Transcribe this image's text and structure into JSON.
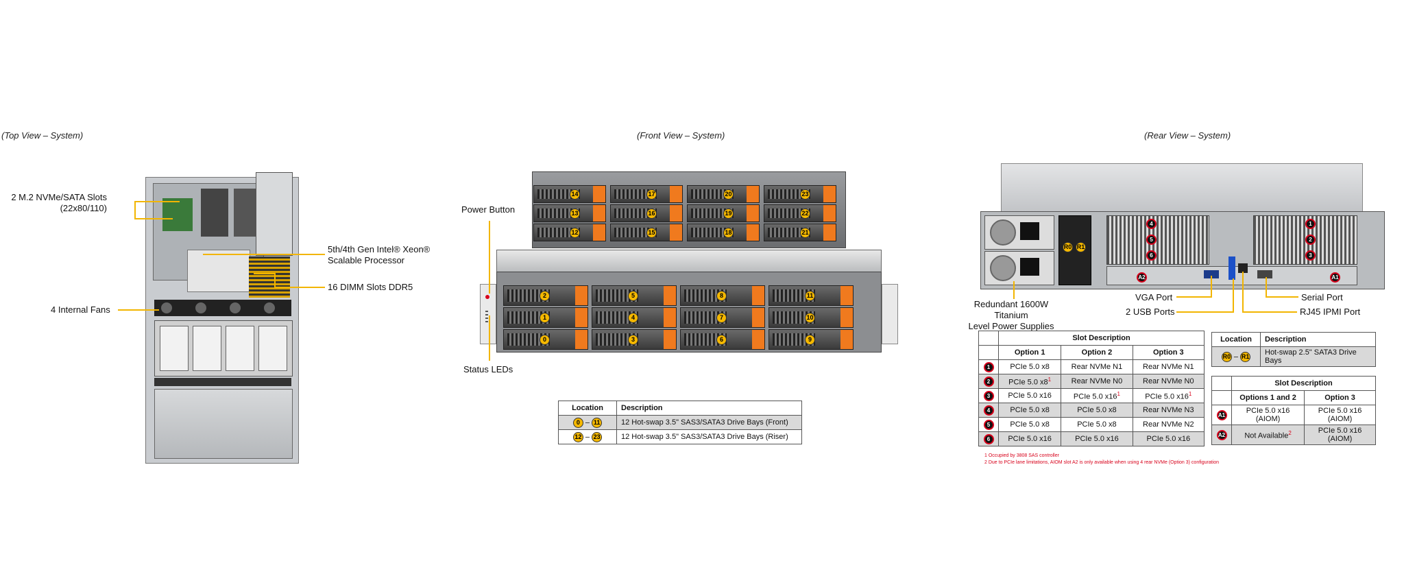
{
  "top_view": {
    "title": "(Top View – System)",
    "callouts": {
      "m2_line1": "2 M.2 NVMe/SATA Slots",
      "m2_line2": "(22x80/110)",
      "fans": "4 Internal  Fans",
      "cpu_line1": "5th/4th Gen Intel® Xeon®",
      "cpu_line2": "Scalable Processor",
      "dimm": "16 DIMM Slots DDR5"
    }
  },
  "front_view": {
    "title": "(Front View – System)",
    "callouts": {
      "power_button": "Power Button",
      "status_leds": "Status LEDs"
    },
    "riser_bays": [
      [
        "14",
        "17",
        "20",
        "23"
      ],
      [
        "13",
        "16",
        "19",
        "22"
      ],
      [
        "12",
        "15",
        "18",
        "21"
      ]
    ],
    "front_bays": [
      [
        "2",
        "5",
        "8",
        "11"
      ],
      [
        "1",
        "4",
        "7",
        "10"
      ],
      [
        "0",
        "3",
        "6",
        "9"
      ]
    ],
    "table": {
      "headers": [
        "Location",
        "Description"
      ],
      "rows": [
        {
          "from": "0",
          "to": "11",
          "desc": "12 Hot-swap  3.5\" SAS3/SATA3 Drive  Bays (Front)"
        },
        {
          "from": "12",
          "to": "23",
          "desc": "12 Hot-swap  3.5\" SAS3/SATA3 Drive  Bays (Riser)"
        }
      ]
    }
  },
  "rear_view": {
    "title": "(Rear View – System)",
    "callouts": {
      "psu_line1": "Redundant  1600W Titanium",
      "psu_line2": "Level Power Supplies",
      "vga": "VGA Port",
      "usb": "2 USB Ports",
      "serial": "Serial Port",
      "ipmi": "RJ45 IPMI Port"
    },
    "rear_bay_labels": [
      "R0",
      "R1"
    ],
    "slot_labels_left": [
      "4",
      "5",
      "6"
    ],
    "slot_labels_right": [
      "1",
      "2",
      "3"
    ],
    "aiom_labels": [
      "A2",
      "A1"
    ],
    "slot_table": {
      "caption": "Slot Description",
      "headers": [
        "Option 1",
        "Option 2",
        "Option 3"
      ],
      "rows": [
        {
          "id": "1",
          "o1": "PCIe 5.0 x8",
          "o2": "Rear NVMe N1",
          "o3": "Rear NVMe N1"
        },
        {
          "id": "2",
          "o1": "PCIe 5.0 x8",
          "o1_sup": "1",
          "o2": "Rear NVMe N0",
          "o3": "Rear NVMe N0"
        },
        {
          "id": "3",
          "o1": "PCIe 5.0 x16",
          "o2": "PCIe 5.0 x16",
          "o2_sup": "1",
          "o3": "PCIe 5.0 x16",
          "o3_sup": "1"
        },
        {
          "id": "4",
          "o1": "PCIe 5.0 x8",
          "o2": "PCIe 5.0 x8",
          "o3": "Rear NVMe N3"
        },
        {
          "id": "5",
          "o1": "PCIe 5.0 x8",
          "o2": "PCIe 5.0 x8",
          "o3": "Rear NVMe N2"
        },
        {
          "id": "6",
          "o1": "PCIe 5.0 x16",
          "o2": "PCIe 5.0 x16",
          "o3": "PCIe 5.0 x16"
        }
      ]
    },
    "footnotes": [
      "1 Occupied by 3808 SAS controller",
      "2 Due to PCIe lane limitations, AIOM slot A2 is only available when using 4 rear NVMe (Option 3) configuration"
    ],
    "rear_drive_table": {
      "headers": [
        "Location",
        "Description"
      ],
      "from": "R0",
      "to": "R1",
      "desc": "Hot-swap  2.5\" SATA3 Drive  Bays"
    },
    "aiom_table": {
      "caption": "Slot Description",
      "headers": [
        "Options 1 and 2",
        "Option 3"
      ],
      "rows": [
        {
          "id": "A1",
          "o12": "PCIe 5.0 x16 (AIOM)",
          "o3": "PCIe 5.0 x16 (AIOM)"
        },
        {
          "id": "A2",
          "o12": "Not Available",
          "o12_sup": "2",
          "o3": "PCIe 5.0 x16 (AIOM)"
        }
      ]
    }
  },
  "colors": {
    "callout_line": "#f2b500",
    "drive_tab": "#f07a1e",
    "badge_red": "#d8001a"
  }
}
